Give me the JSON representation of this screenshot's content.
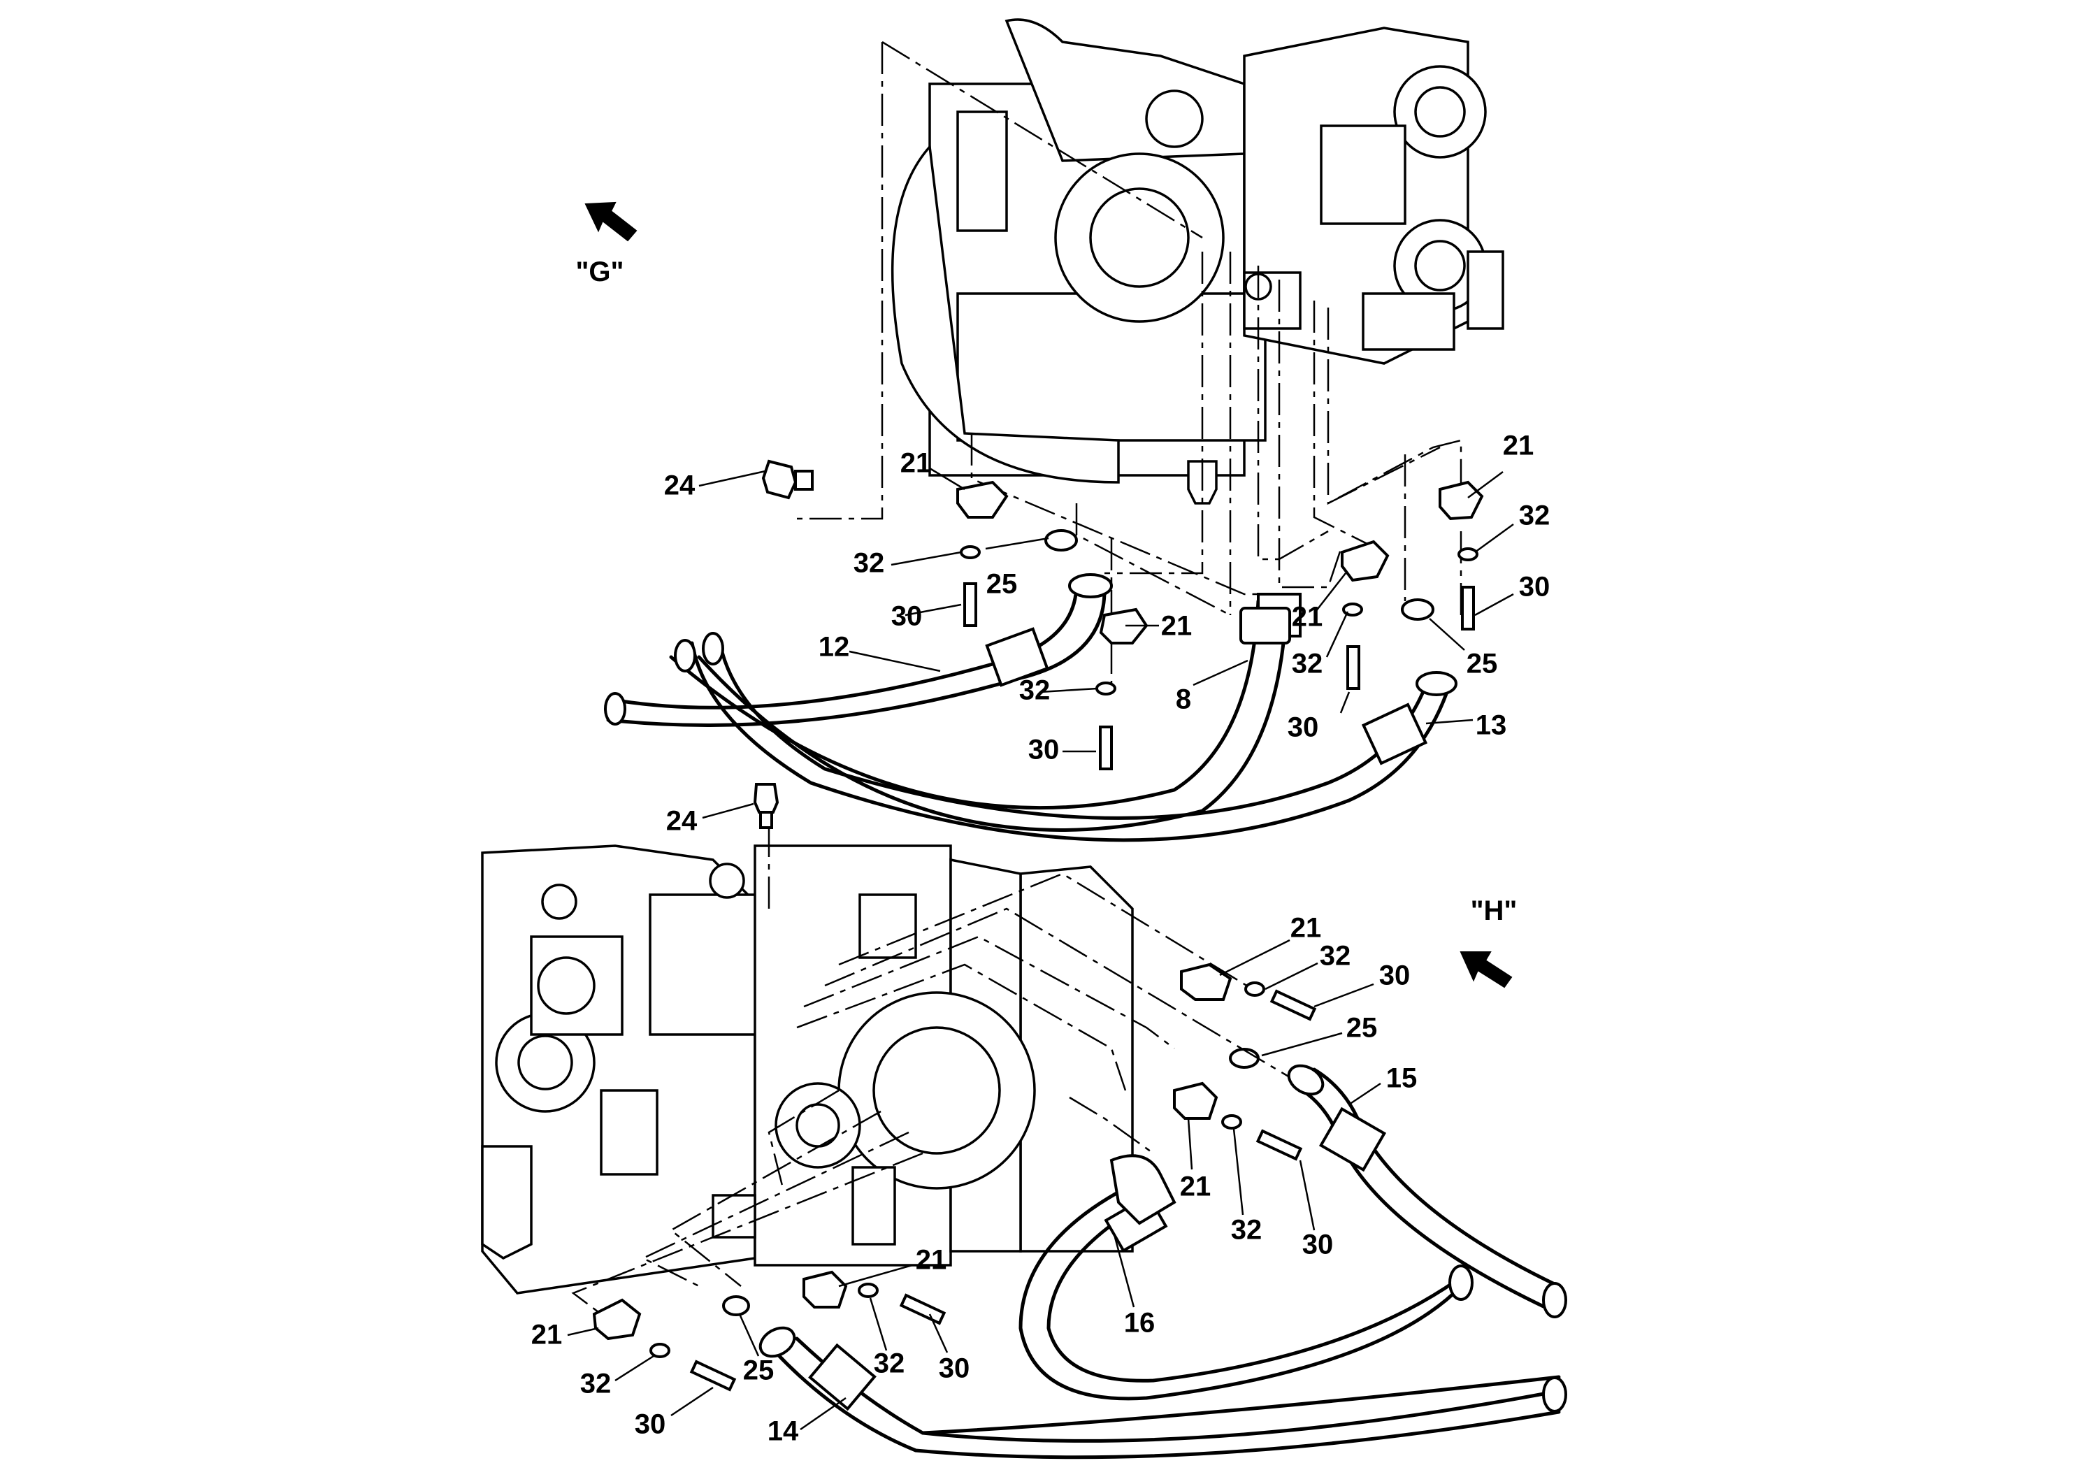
{
  "views": {
    "top": {
      "label": "\"G\""
    },
    "bottom": {
      "label": "\"H\""
    }
  },
  "callouts": {
    "t24": "24",
    "t21a": "21",
    "t21b": "21",
    "t21c": "21",
    "t21d": "21",
    "t32a": "32",
    "t32b": "32",
    "t32c": "32",
    "t32d": "32",
    "t30a": "30",
    "t30b": "30",
    "t30c": "30",
    "t30d": "30",
    "t25a": "25",
    "t25b": "25",
    "t12": "12",
    "t8": "8",
    "t13": "13",
    "b24": "24",
    "b21a": "21",
    "b21b": "21",
    "b21c": "21",
    "b21d": "21",
    "b32a": "32",
    "b32b": "32",
    "b32c": "32",
    "b32d": "32",
    "b30a": "30",
    "b30b": "30",
    "b30c": "30",
    "b30d": "30",
    "b25a": "25",
    "b25b": "25",
    "b15": "15",
    "b16": "16",
    "b14": "14"
  },
  "icons": {
    "direction_arrow": "view-direction-arrow-icon"
  }
}
